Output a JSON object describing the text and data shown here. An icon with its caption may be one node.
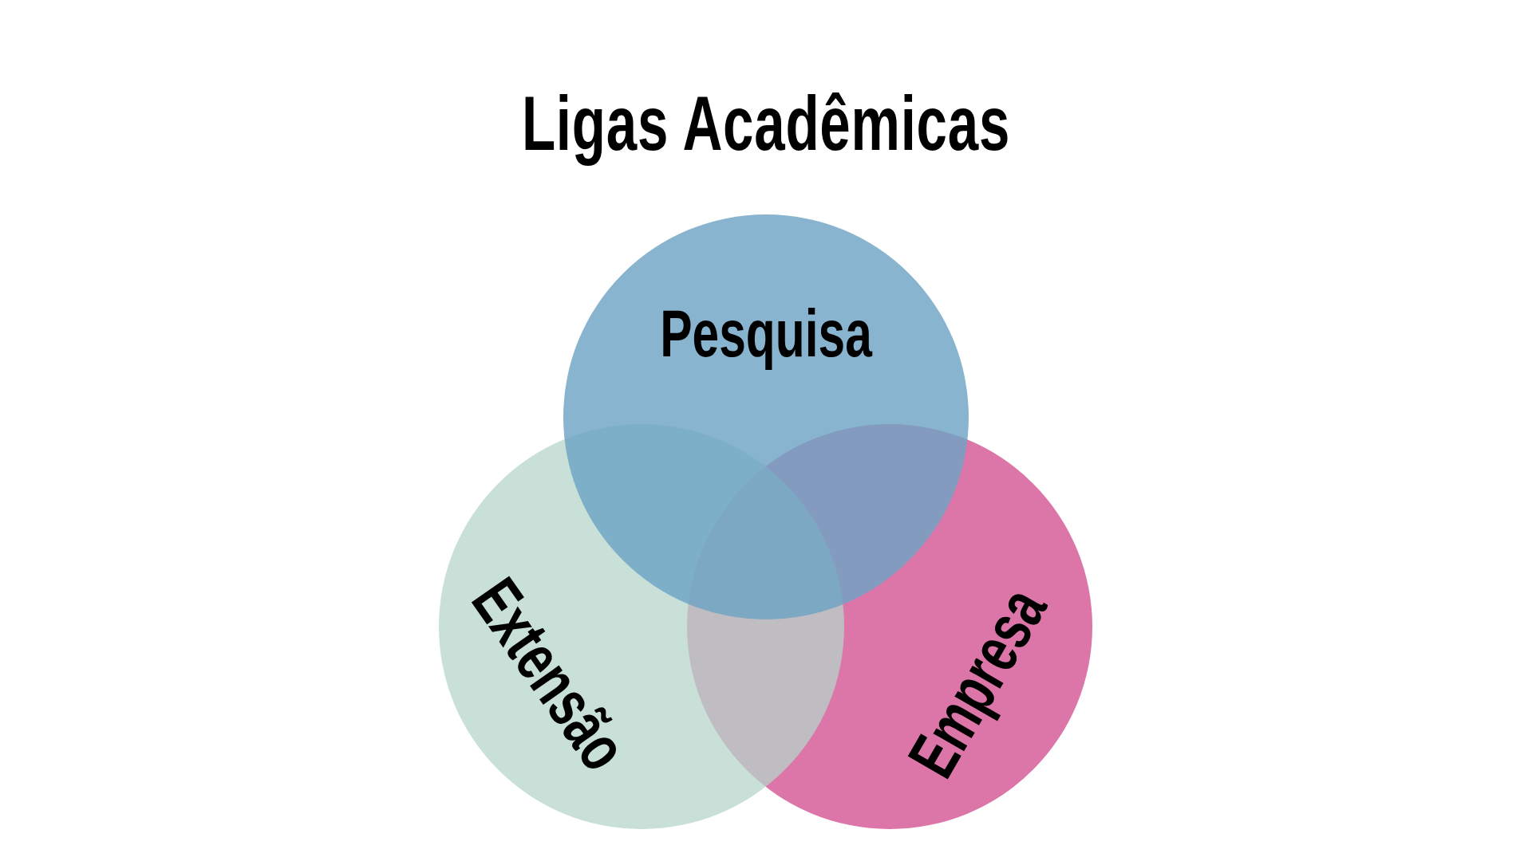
{
  "diagram": {
    "title": "Ligas Acadêmicas",
    "nodes": [
      {
        "text": [
          "Pesquisa"
        ]
      },
      {
        "text": [
          "Extensão"
        ]
      },
      {
        "text": [
          "Empresa"
        ]
      }
    ]
  }
}
